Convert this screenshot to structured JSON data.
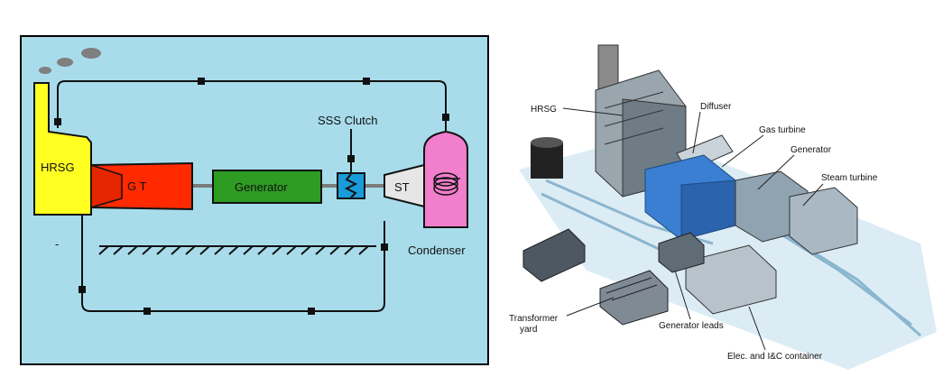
{
  "schematic": {
    "background_color": "#a8dceb",
    "labels": {
      "hrsg": "HRSG",
      "gas_turbine": "G T",
      "generator": "Generator",
      "clutch": "SSS Clutch",
      "steam_turbine": "ST",
      "condenser": "Condenser",
      "dash": "-"
    },
    "colors": {
      "hrsg": "#ffff22",
      "gas_turbine": "#ff2a00",
      "generator": "#2e9b22",
      "clutch": "#1a9bd9",
      "steam_turbine": "#e6e6e6",
      "condenser": "#f27fcc"
    }
  },
  "plant": {
    "callouts": {
      "hrsg": "HRSG",
      "diffuser": "Diffuser",
      "gas_turbine": "Gas turbine",
      "generator": "Generator",
      "steam_turbine": "Steam turbine",
      "transformer_yard_line1": "Transformer",
      "transformer_yard_line2": "yard",
      "generator_leads": "Generator leads",
      "container": "Elec. and I&C container"
    }
  }
}
